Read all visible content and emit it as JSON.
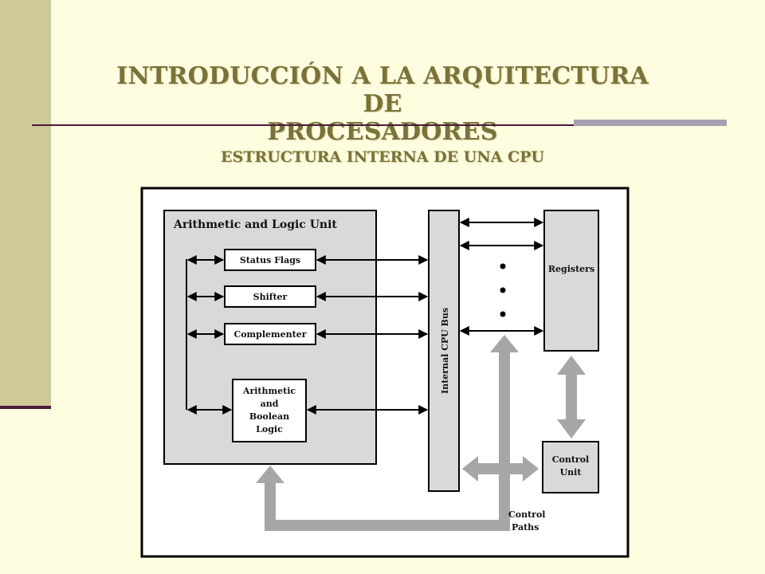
{
  "slide": {
    "title_line1": "INTRODUCCIÓN A LA ARQUITECTURA DE",
    "title_line2": "PROCESADORES",
    "subtitle": "ESTRUCTURA INTERNA DE UNA CPU"
  },
  "diagram": {
    "alu_label": "Arithmetic and Logic Unit",
    "status_flags": "Status Flags",
    "shifter": "Shifter",
    "complementer": "Complementer",
    "arith_line1": "Arithmetic",
    "arith_line2": "and",
    "arith_line3": "Boolean",
    "arith_line4": "Logic",
    "bus_label": "Internal CPU Bus",
    "registers_label": "Registers",
    "control_line1": "Control",
    "control_line2": "Unit",
    "paths_line1": "Control",
    "paths_line2": "Paths"
  },
  "colors": {
    "background": "#fffde0",
    "band": "#cfc99a",
    "title": "#7a7238",
    "box_fill": "#d9d9d9",
    "control_path": "#a6a6a6"
  }
}
